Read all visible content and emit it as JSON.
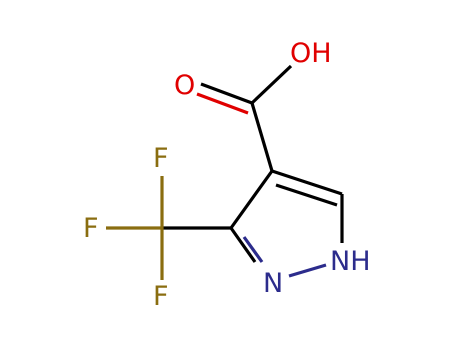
{
  "molecule": {
    "atoms": {
      "oh": "OH",
      "o": "O",
      "f_top": "F",
      "f_left": "F",
      "f_bottom": "F",
      "nh": "NH",
      "n": "N"
    },
    "colors": {
      "bond": "#000000",
      "oxygen": "#e00000",
      "fluorine": "#8a6d10",
      "nitrogen": "#2c2c8c"
    }
  }
}
